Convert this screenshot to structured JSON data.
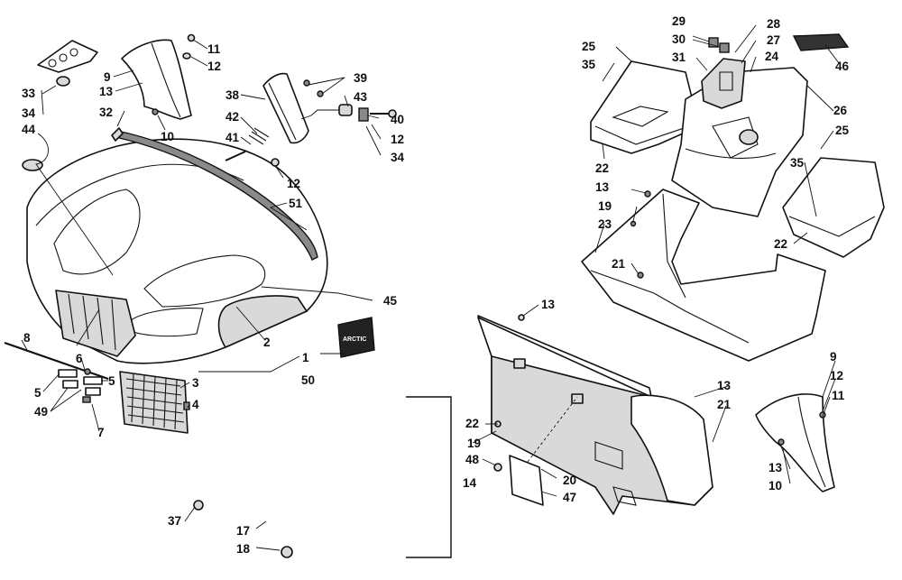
{
  "callouts": {
    "c1": "1",
    "c2": "2",
    "c3": "3",
    "c4": "4",
    "c5a": "5",
    "c5b": "5",
    "c6": "6",
    "c7": "7",
    "c8": "8",
    "c9a": "9",
    "c9b": "9",
    "c10a": "10",
    "c10b": "10",
    "c11a": "11",
    "c11b": "11",
    "c12a": "12",
    "c12b": "12",
    "c12c": "12",
    "c12d": "12",
    "c13a": "13",
    "c13b": "13",
    "c13c": "13",
    "c13d": "13",
    "c13e": "13",
    "c14": "14",
    "c17": "17",
    "c18": "18",
    "c19a": "19",
    "c19b": "19",
    "c20": "20",
    "c21a": "21",
    "c21b": "21",
    "c22a": "22",
    "c22b": "22",
    "c22c": "22",
    "c23": "23",
    "c24": "24",
    "c25a": "25",
    "c25b": "25",
    "c26": "26",
    "c27": "27",
    "c28": "28",
    "c29": "29",
    "c30": "30",
    "c31": "31",
    "c32": "32",
    "c33": "33",
    "c34a": "34",
    "c34b": "34",
    "c35a": "35",
    "c35b": "35",
    "c37": "37",
    "c38": "38",
    "c39": "39",
    "c40": "40",
    "c41": "41",
    "c42": "42",
    "c43": "43",
    "c44": "44",
    "c45": "45",
    "c46": "46",
    "c47": "47",
    "c48": "48",
    "c49": "49",
    "c50": "50",
    "c51": "51"
  }
}
